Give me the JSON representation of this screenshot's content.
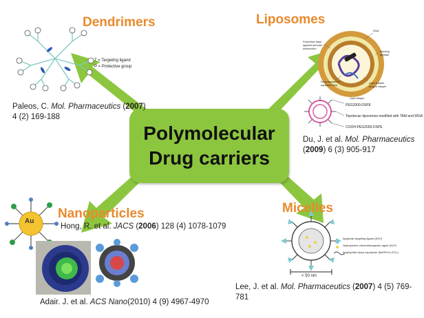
{
  "center": {
    "line1": "Polymolecular",
    "line2": "Drug carriers"
  },
  "dendrimers": {
    "heading": "Dendrimers",
    "legend_t": "T = Targeting ligand",
    "legend_p": "P = Protective group",
    "ref_author": "Paleos, C. ",
    "ref_journal": "Mol. Pharmaceutics",
    "ref_year": "2007",
    "ref_detail": "4 (2) 169-188"
  },
  "liposomes": {
    "heading": "Liposomes",
    "labels": [
      "Protective layer against immune destruction",
      "DNA",
      "Homing peptide",
      "Drug trapped in aqueous fluid",
      "Lipid bilayer",
      "Lipid soluble drug in bilayer"
    ],
    "topo_labels": [
      "PEG2000-DSPE",
      "Topotecan liposomes modified with TAM and WGA",
      "COOH-PEG2000-DSPE"
    ],
    "ref_author": "Du, J. et al. ",
    "ref_journal": "Mol. Pharmaceutics",
    "ref_year": "2009",
    "ref_detail": "6 (3) 905-917"
  },
  "nanoparticles": {
    "heading": "Nanoparticles",
    "au_label": "Au",
    "ref1_author": "Hong, R. et al. ",
    "ref1_journal": "JACS",
    "ref1_year": "2006",
    "ref1_detail": "128 (4) 1078-1079",
    "ref2_author": "Adair. J. et al. ",
    "ref2_journal": "ACS Nano",
    "ref2_detail": "(2010) 4 (9) 4967-4970"
  },
  "micelles": {
    "heading": "Micelles",
    "legend": [
      "Apoptotic targeting ligand (EGF)",
      "Hydrophobic chemotherapeutic agent (SLP)",
      "Amphiphilic block copolymer (MePEG-b-PCL)"
    ],
    "scale": "< 50 nm",
    "ref_author": "Lee, J. et al. ",
    "ref_journal": "Mol. Pharmaceutics",
    "ref_year": "2007",
    "ref_detail": "4 (5) 769-781"
  },
  "colors": {
    "arrow": "#8cc63f",
    "heading": "#e98a2c"
  }
}
